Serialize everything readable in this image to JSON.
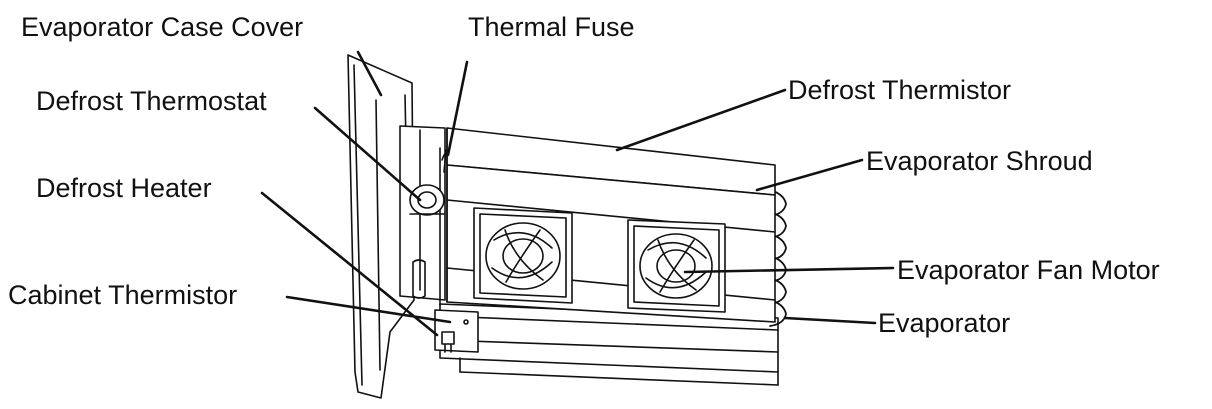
{
  "labels": {
    "evaporator_case_cover": "Evaporator Case Cover",
    "thermal_fuse": "Thermal Fuse",
    "defrost_thermostat": "Defrost Thermostat",
    "defrost_thermistor": "Defrost Thermistor",
    "evaporator_shroud": "Evaporator Shroud",
    "defrost_heater": "Defrost Heater",
    "evaporator_fan_motor": "Evaporator Fan Motor",
    "cabinet_thermistor": "Cabinet Thermistor",
    "evaporator": "Evaporator"
  },
  "colors": {
    "line": "#111111",
    "background": "#ffffff"
  }
}
